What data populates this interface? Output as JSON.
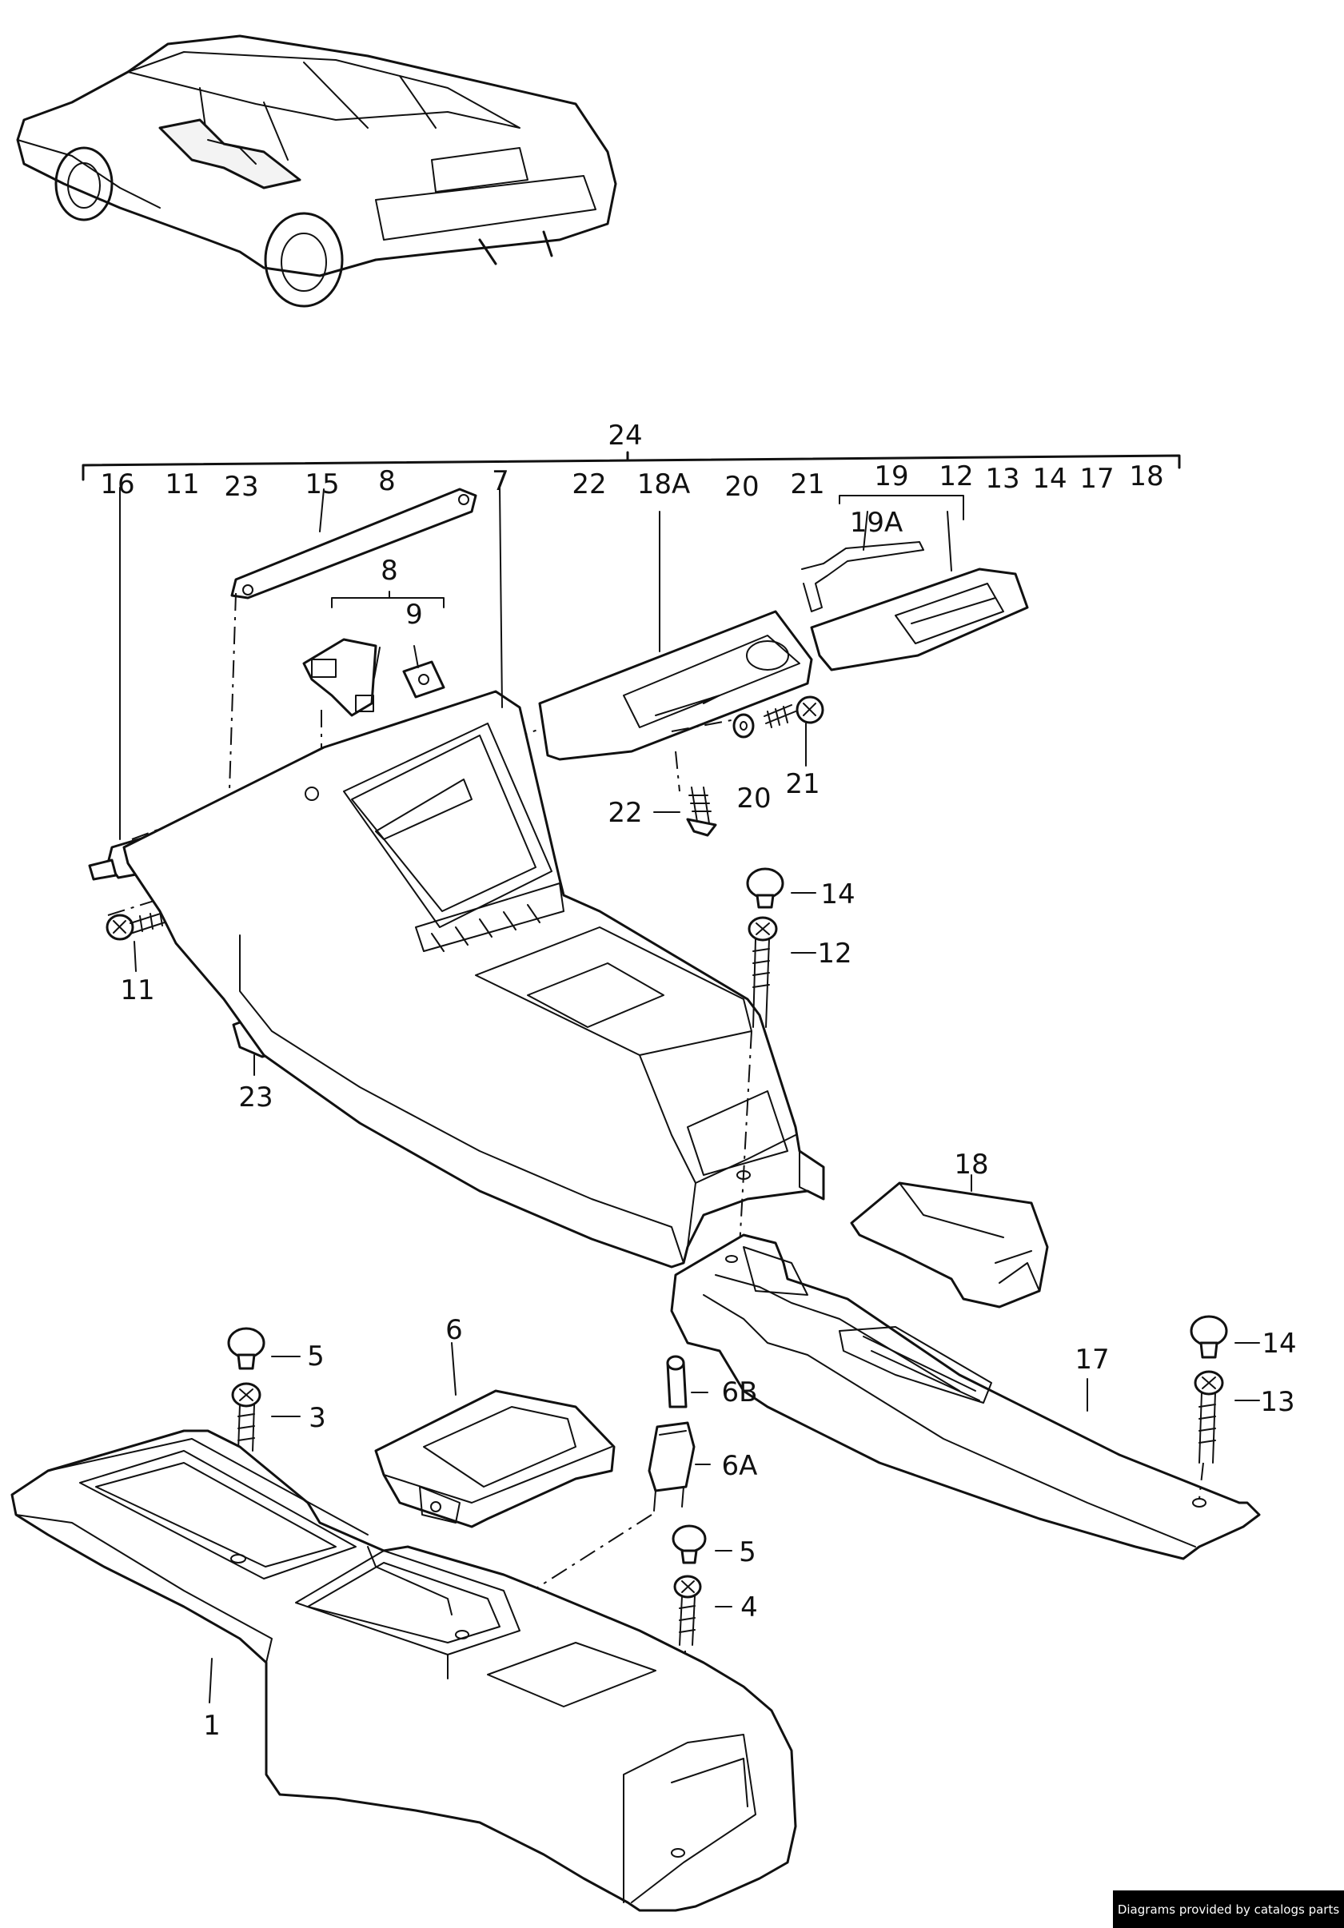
{
  "callouts": {
    "c24": "24",
    "c16": "16",
    "c11top": "11",
    "c23top": "23",
    "c15": "15",
    "c8top": "8",
    "c7": "7",
    "c22top": "22",
    "c18A": "18A",
    "c20top": "20",
    "c21top": "21",
    "c19": "19",
    "c12top": "12",
    "c13top": "13",
    "c14top": "14",
    "c17top": "17",
    "c18top": "18",
    "c19A": "19A",
    "c8": "8",
    "c9": "9",
    "c22": "22",
    "c20": "20",
    "c21": "21",
    "c14a": "14",
    "c12": "12",
    "c11": "11",
    "c23": "23",
    "c18": "18",
    "c17": "17",
    "c14b": "14",
    "c13": "13",
    "c5a": "5",
    "c3": "3",
    "c6": "6",
    "c6B": "6B",
    "c6A": "6A",
    "c5b": "5",
    "c4": "4",
    "c1": "1"
  },
  "footer": {
    "credit": "Diagrams provided by catalogs parts"
  }
}
